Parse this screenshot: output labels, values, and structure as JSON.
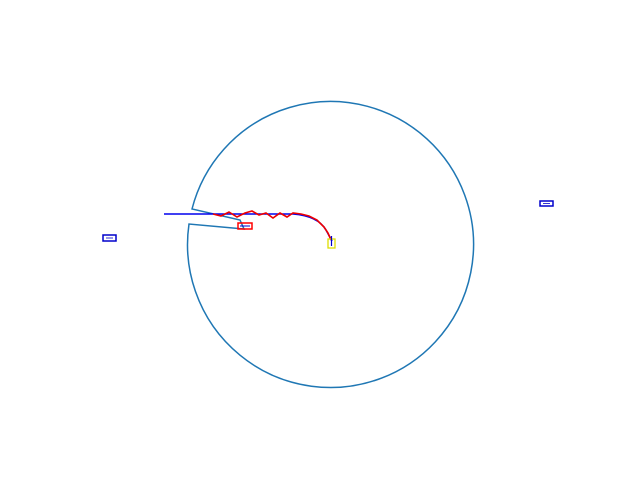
{
  "scene": {
    "colors": {
      "background": "#ffffff",
      "boundary": "#1f77b4",
      "reference_path": "#0000ee",
      "trajectory": "#ee0000",
      "obstacle": "#0000cc",
      "agent": "#ff0000",
      "goal_marker": "#dddd00",
      "goal_center": "#0000cc"
    },
    "elements": [
      "circular-arena-boundary",
      "reference-path",
      "robot-trajectory",
      "robot-vehicle",
      "goal-marker",
      "obstacle-left",
      "obstacle-right"
    ]
  }
}
